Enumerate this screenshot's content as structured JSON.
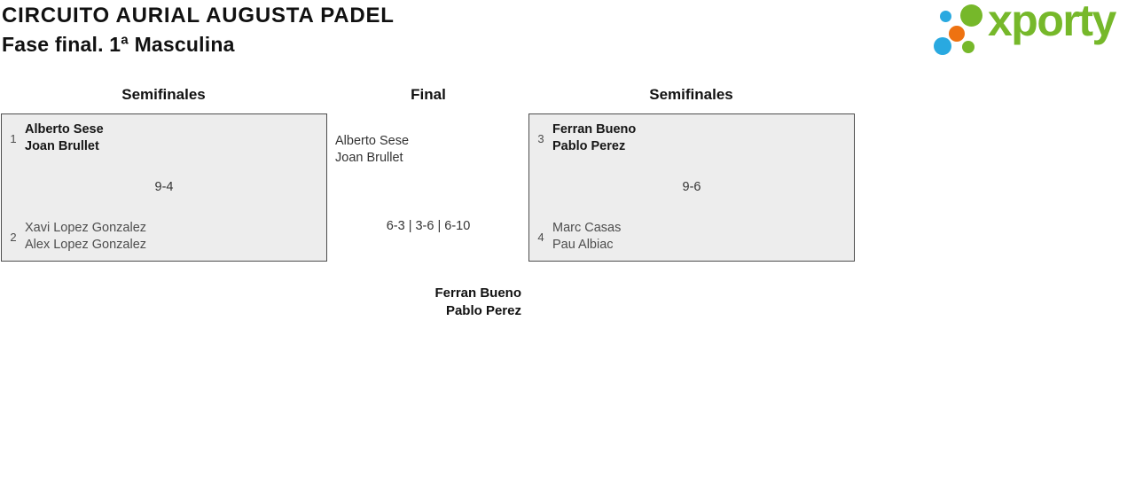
{
  "header": {
    "title": "CIRCUITO AURIAL AUGUSTA PADEL",
    "subtitle": "Fase final. 1ª Masculina"
  },
  "logo": {
    "text": "xporty",
    "green": "#76b82a",
    "blue": "#29a9e0",
    "orange": "#ee7211"
  },
  "columns": {
    "left": {
      "heading": "Semifinales",
      "match": {
        "team1": {
          "seed": "1",
          "player1": "Alberto Sese",
          "player2": "Joan Brullet",
          "winner": true
        },
        "score": "9-4",
        "team2": {
          "seed": "2",
          "player1": "Xavi Lopez Gonzalez",
          "player2": "Alex Lopez Gonzalez",
          "winner": false
        }
      }
    },
    "center": {
      "heading": "Final",
      "finalist": {
        "player1": "Alberto Sese",
        "player2": "Joan Brullet"
      },
      "score": "6-3 | 3-6 | 6-10",
      "winner": {
        "player1": "Ferran Bueno",
        "player2": "Pablo Perez"
      }
    },
    "right": {
      "heading": "Semifinales",
      "match": {
        "team1": {
          "seed": "3",
          "player1": "Ferran Bueno",
          "player2": "Pablo Perez",
          "winner": true
        },
        "score": "9-6",
        "team2": {
          "seed": "4",
          "player1": "Marc Casas",
          "player2": "Pau Albiac",
          "winner": false
        }
      }
    }
  },
  "colors": {
    "box_background": "#ededed",
    "box_border": "#4d4d4d",
    "winner_text": "#161616",
    "loser_text": "#4d4d4d",
    "score_text": "#333333"
  }
}
